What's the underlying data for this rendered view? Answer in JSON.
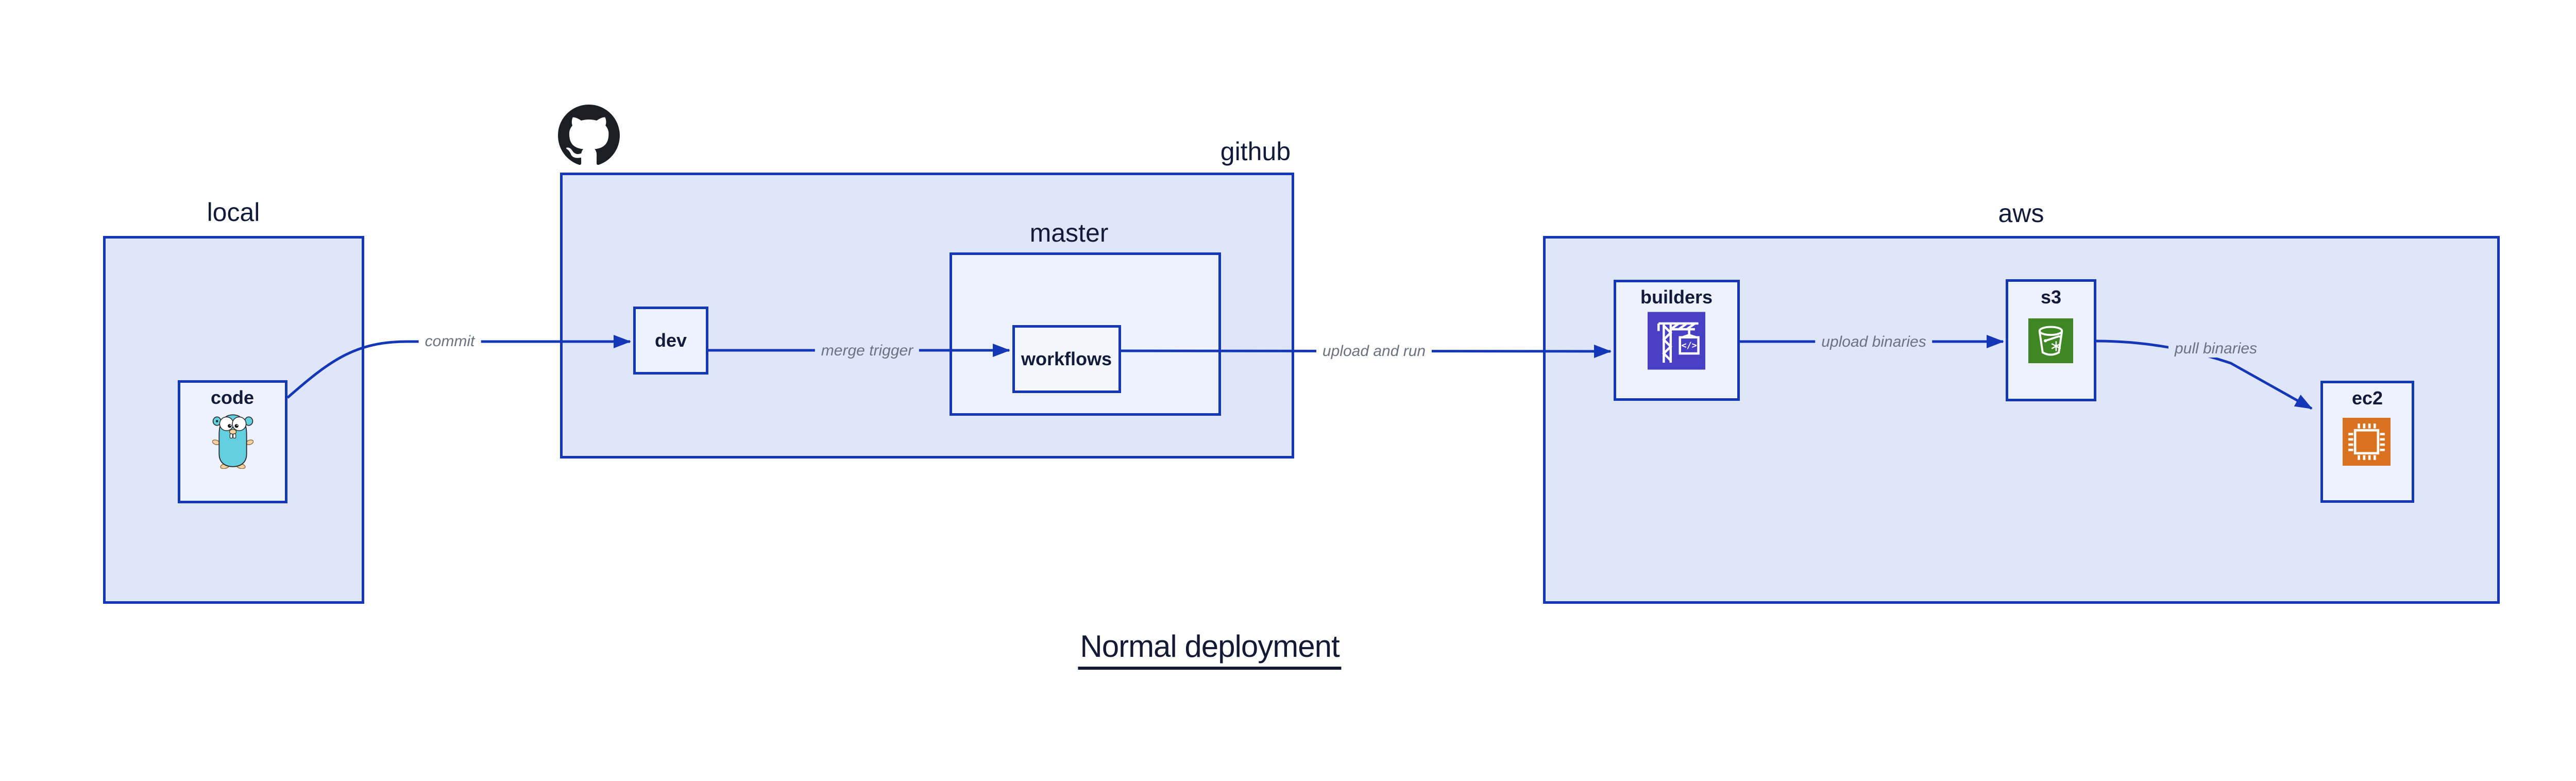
{
  "diagram_title": "Normal deployment",
  "groups": [
    {
      "id": "local",
      "label": "local"
    },
    {
      "id": "github",
      "label": "github"
    },
    {
      "id": "master",
      "label": "master"
    },
    {
      "id": "aws",
      "label": "aws"
    }
  ],
  "nodes": [
    {
      "id": "code",
      "label": "code",
      "icon": "go-gopher-icon"
    },
    {
      "id": "dev",
      "label": "dev"
    },
    {
      "id": "workflows",
      "label": "workflows"
    },
    {
      "id": "builders",
      "label": "builders",
      "icon": "codebuild-crane-icon"
    },
    {
      "id": "s3",
      "label": "s3",
      "icon": "s3-bucket-icon"
    },
    {
      "id": "ec2",
      "label": "ec2",
      "icon": "ec2-chip-icon"
    }
  ],
  "edges": [
    {
      "from": "code",
      "to": "dev",
      "label": "commit"
    },
    {
      "from": "dev",
      "to": "workflows",
      "label": "merge trigger"
    },
    {
      "from": "workflows",
      "to": "builders",
      "label": "upload and run"
    },
    {
      "from": "builders",
      "to": "s3",
      "label": "upload binaries"
    },
    {
      "from": "s3",
      "to": "ec2",
      "label": "pull binaries"
    }
  ],
  "icons": {
    "logo": "github-octocat-icon",
    "code_icon_glyph": "</>"
  },
  "colors": {
    "border_blue": "#1437b8",
    "group_fill": "#e0e6fa",
    "node_fill": "#eef2fc",
    "label_navy": "#131b3a",
    "edge_label_gray": "#6b7280",
    "codebuild_purple": "#4740c4",
    "s3_green": "#3f8624",
    "ec2_orange": "#d9721f",
    "gopher_teal": "#63d0e0",
    "octocat_black": "#1b1f23"
  }
}
